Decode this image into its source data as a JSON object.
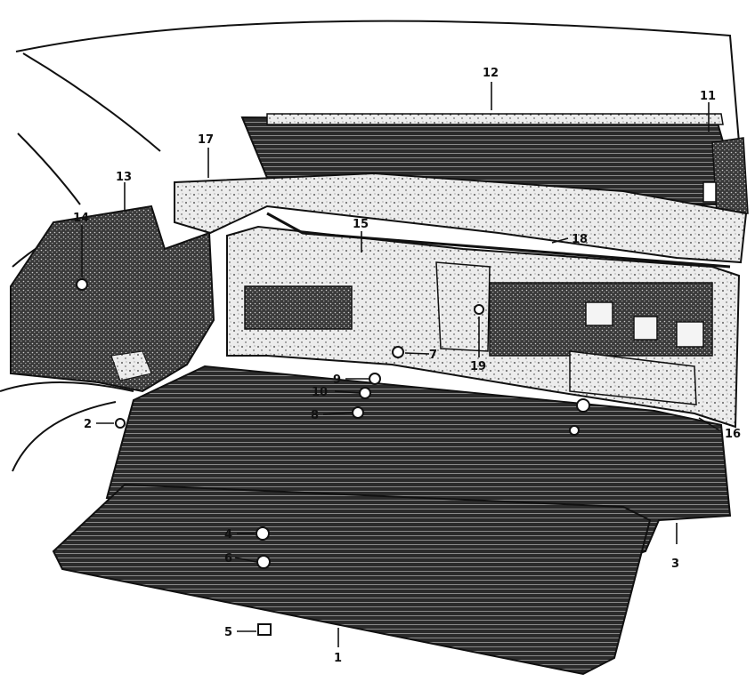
{
  "diagram": {
    "colors": {
      "ink": "#111111",
      "paper": "#ffffff",
      "panel": "#2a2a2a",
      "panel_light": "#e9e9e9"
    },
    "callouts": {
      "c1": "1",
      "c2": "2",
      "c3": "3",
      "c4": "4",
      "c5": "5",
      "c6": "6",
      "c7": "7",
      "c8": "8",
      "c9": "9",
      "c10": "10",
      "c11": "11",
      "c12": "12",
      "c13": "13",
      "c14": "14",
      "c15": "15",
      "c16": "16",
      "c17": "17",
      "c18": "18",
      "c19": "19"
    }
  }
}
